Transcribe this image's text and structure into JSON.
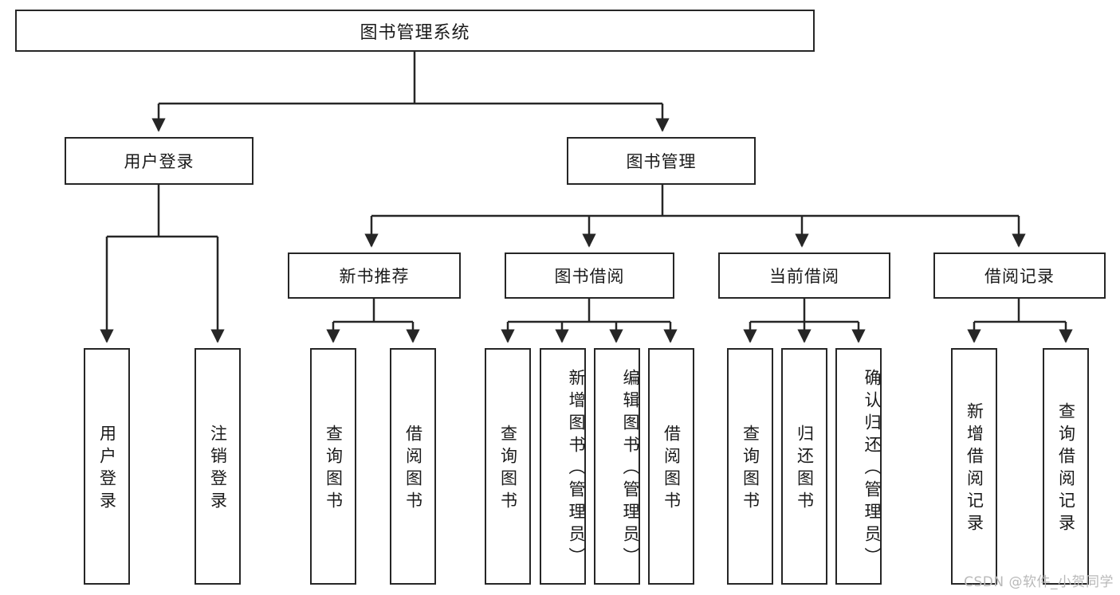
{
  "diagram": {
    "title": "图书管理系统",
    "type": "tree-hierarchy",
    "root": {
      "label": "图书管理系统"
    },
    "level2": [
      {
        "label": "用户登录"
      },
      {
        "label": "图书管理"
      }
    ],
    "level3": [
      {
        "label": "新书推荐"
      },
      {
        "label": "图书借阅"
      },
      {
        "label": "当前借阅"
      },
      {
        "label": "借阅记录"
      }
    ],
    "leaves": {
      "user_login": [
        {
          "label": "用户登录"
        },
        {
          "label": "注销登录"
        }
      ],
      "new_book_recommend": [
        {
          "label": "查询图书"
        },
        {
          "label": "借阅图书"
        }
      ],
      "book_borrow": [
        {
          "label": "查询图书"
        },
        {
          "label": "新增图书（管理员）"
        },
        {
          "label": "编辑图书（管理员）"
        },
        {
          "label": "借阅图书"
        }
      ],
      "current_borrow": [
        {
          "label": "查询图书"
        },
        {
          "label": "归还图书"
        },
        {
          "label": "确认归还（管理员）"
        }
      ],
      "borrow_record": [
        {
          "label": "新增借阅记录"
        },
        {
          "label": "查询借阅记录"
        }
      ]
    }
  },
  "watermark": {
    "text": "CSDN @软件_小贺同学"
  },
  "colors": {
    "stroke": "#262626",
    "fill": "#ffffff",
    "text": "#1a1a1a",
    "watermark": "#b9b9b9"
  }
}
